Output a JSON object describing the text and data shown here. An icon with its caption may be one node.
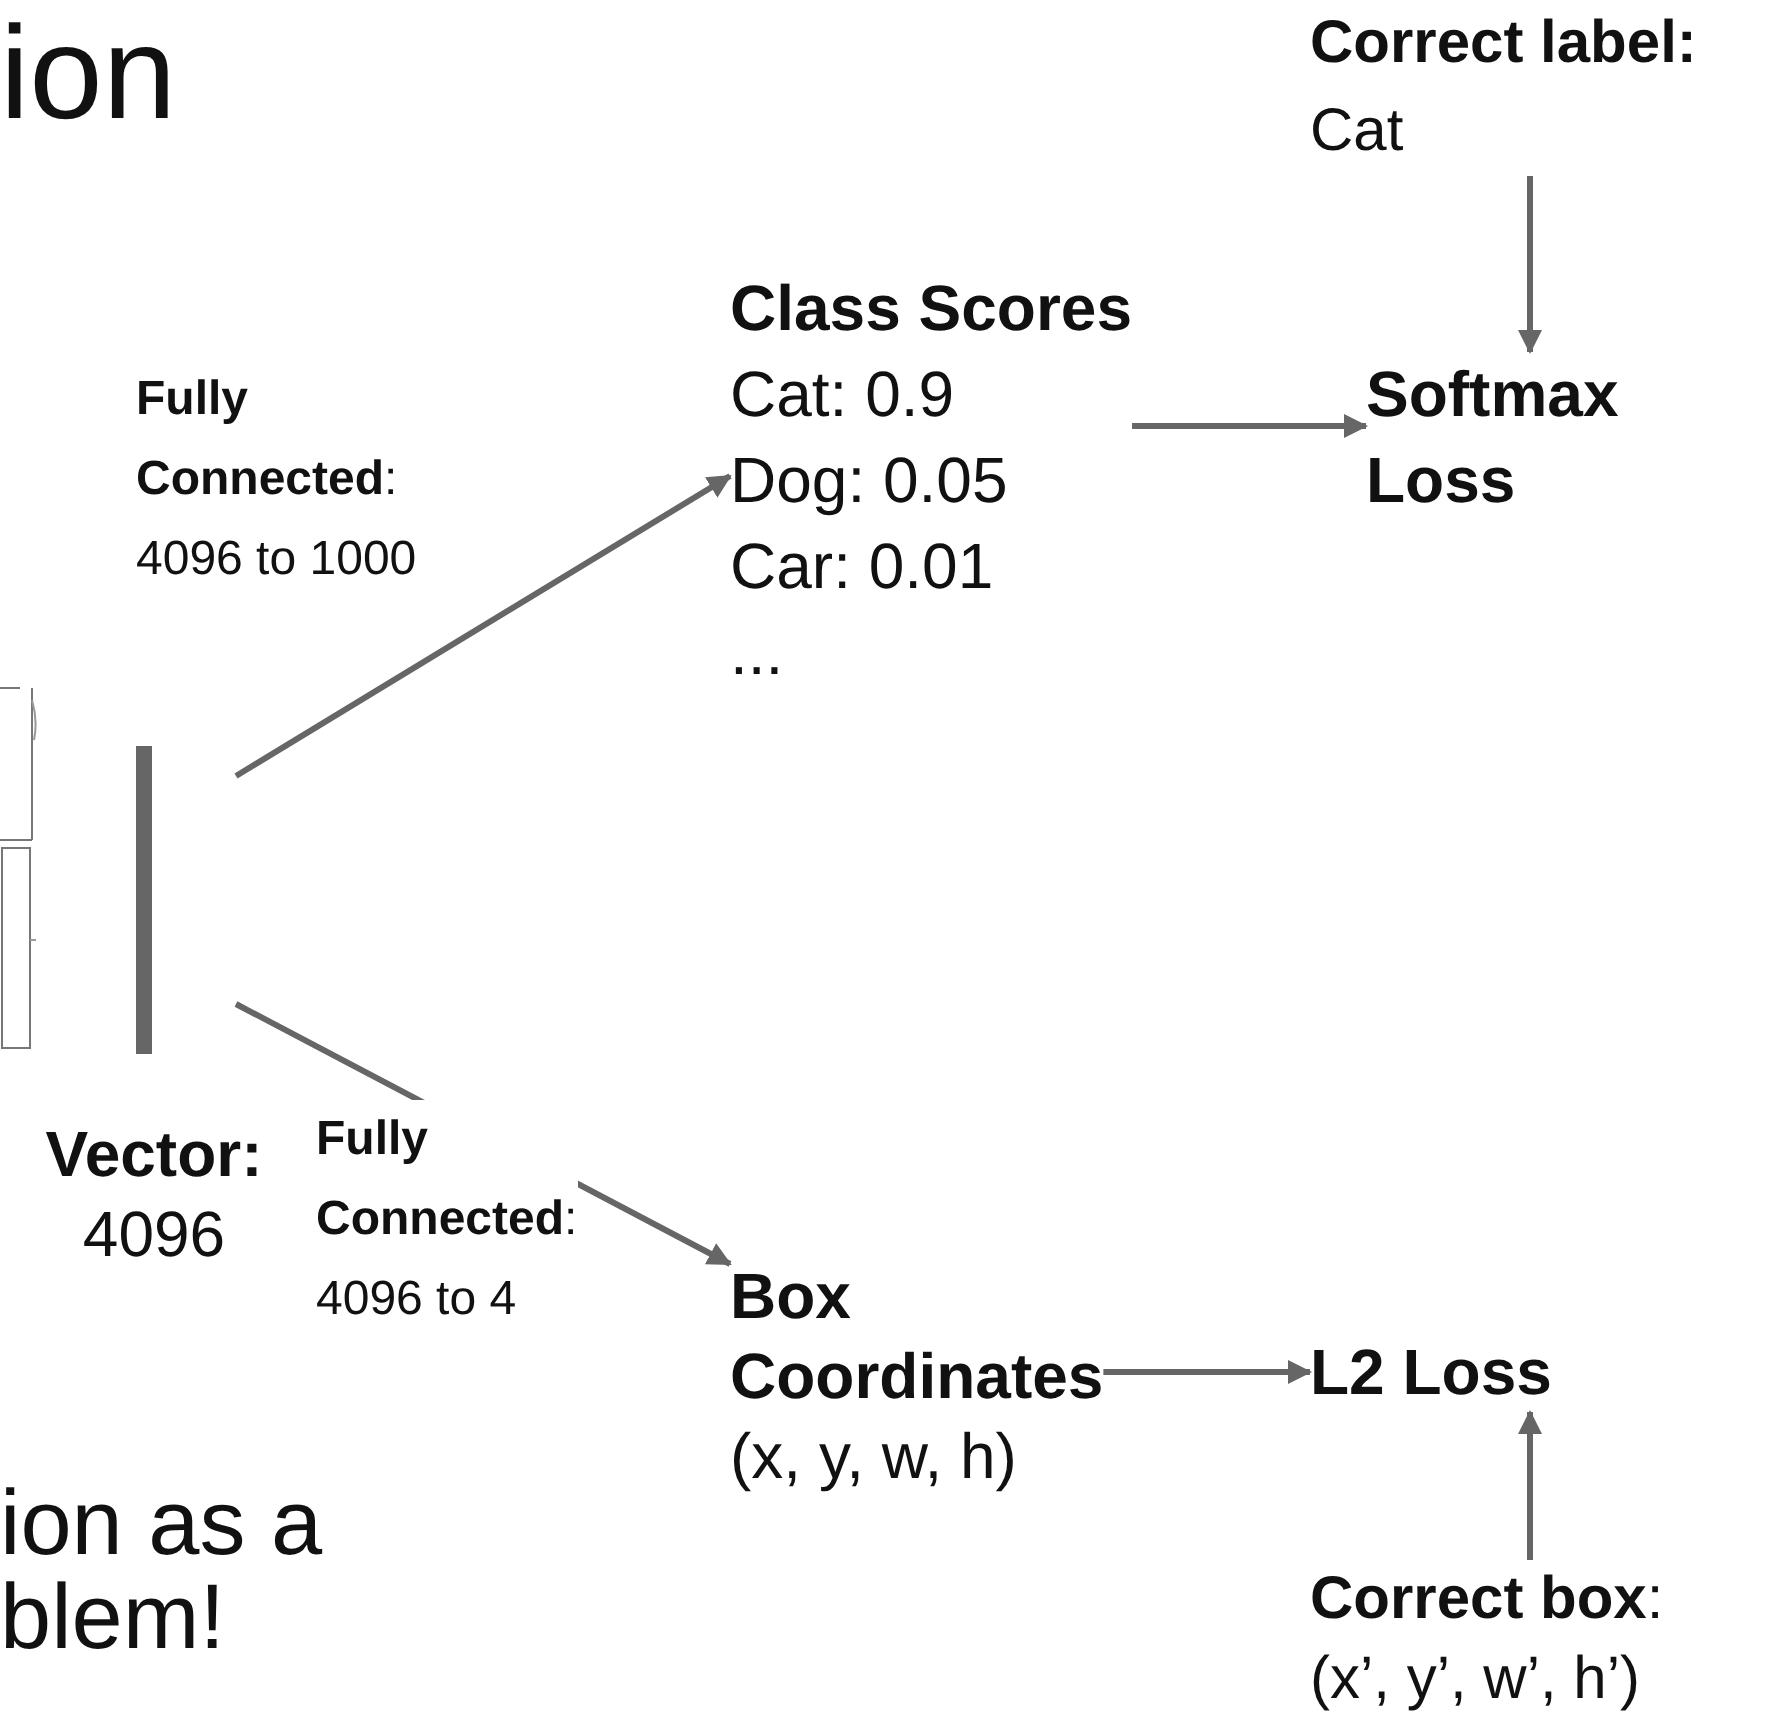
{
  "diagram": {
    "nodes": [
      {
        "text": [],
        "shape": "bar",
        "beside": [
          "**Vector:** 4096"
        ]
      },
      {
        "text": [
          "Class Scores",
          "Cat: 0.9",
          "Dog: 0.05",
          "Car: 0.01",
          "..."
        ]
      },
      {
        "text": [
          "Softmax Loss"
        ]
      },
      {
        "text": [
          "Correct label:",
          "Cat"
        ]
      },
      {
        "text": [
          "Box Coordinates",
          "(x, y, w, h)"
        ]
      },
      {
        "text": [
          "L2 Loss"
        ]
      },
      {
        "text": [
          "**Correct box**:",
          "(x’, y’, w’, h’)"
        ]
      }
    ],
    "edges": [
      {
        "from": 0,
        "to": 1,
        "arrow": "to",
        "label": "**Fully Connected**: 4096 to 1000"
      },
      {
        "from": 1,
        "to": 2,
        "arrow": "to"
      },
      {
        "from": 3,
        "to": 2,
        "arrow": "to"
      },
      {
        "from": 0,
        "to": 4,
        "arrow": "to",
        "label": "**Fully Connected**: 4096 to 4"
      },
      {
        "from": 4,
        "to": 5,
        "arrow": "to"
      },
      {
        "from": 6,
        "to": 5,
        "arrow": "to"
      }
    ],
    "labels": [
      "ion",
      "ion as a",
      "blem!"
    ]
  }
}
